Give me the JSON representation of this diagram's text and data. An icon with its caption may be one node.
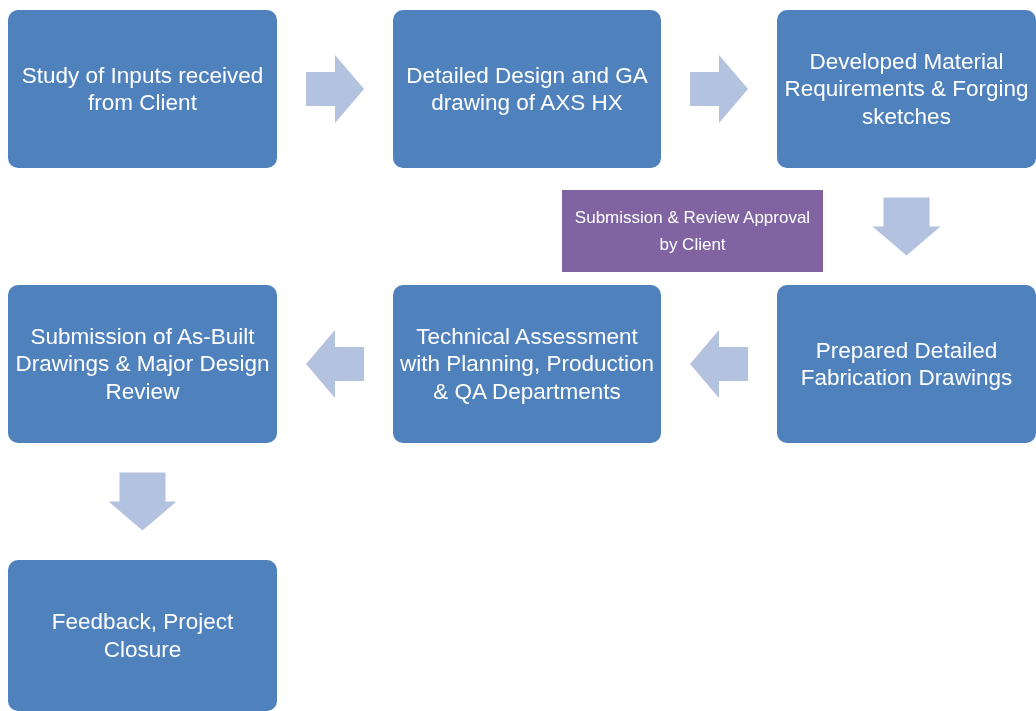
{
  "diagram": {
    "nodes": [
      {
        "text": [
          "Study of Inputs received from Client"
        ]
      },
      {
        "text": [
          "Detailed Design and GA drawing of AXS HX"
        ]
      },
      {
        "text": [
          "Developed Material Requirements & Forging sketches"
        ]
      },
      {
        "text": [
          "Submission & Review Approval by Client"
        ]
      },
      {
        "text": [
          "Prepared Detailed Fabrication Drawings"
        ]
      },
      {
        "text": [
          "Technical Assessment with Planning, Production & QA Departments"
        ]
      },
      {
        "text": [
          "Submission of As-Built Drawings & Major Design Review"
        ]
      },
      {
        "text": [
          "Feedback, Project Closure"
        ]
      }
    ],
    "edges": [
      {
        "from": 0,
        "to": 1,
        "arrow": "to"
      },
      {
        "from": 1,
        "to": 2,
        "arrow": "to"
      },
      {
        "from": 2,
        "to": 4,
        "arrow": "to"
      },
      {
        "from": 4,
        "to": 5,
        "arrow": "to"
      },
      {
        "from": 5,
        "to": 6,
        "arrow": "to"
      },
      {
        "from": 6,
        "to": 7,
        "arrow": "to"
      }
    ]
  }
}
